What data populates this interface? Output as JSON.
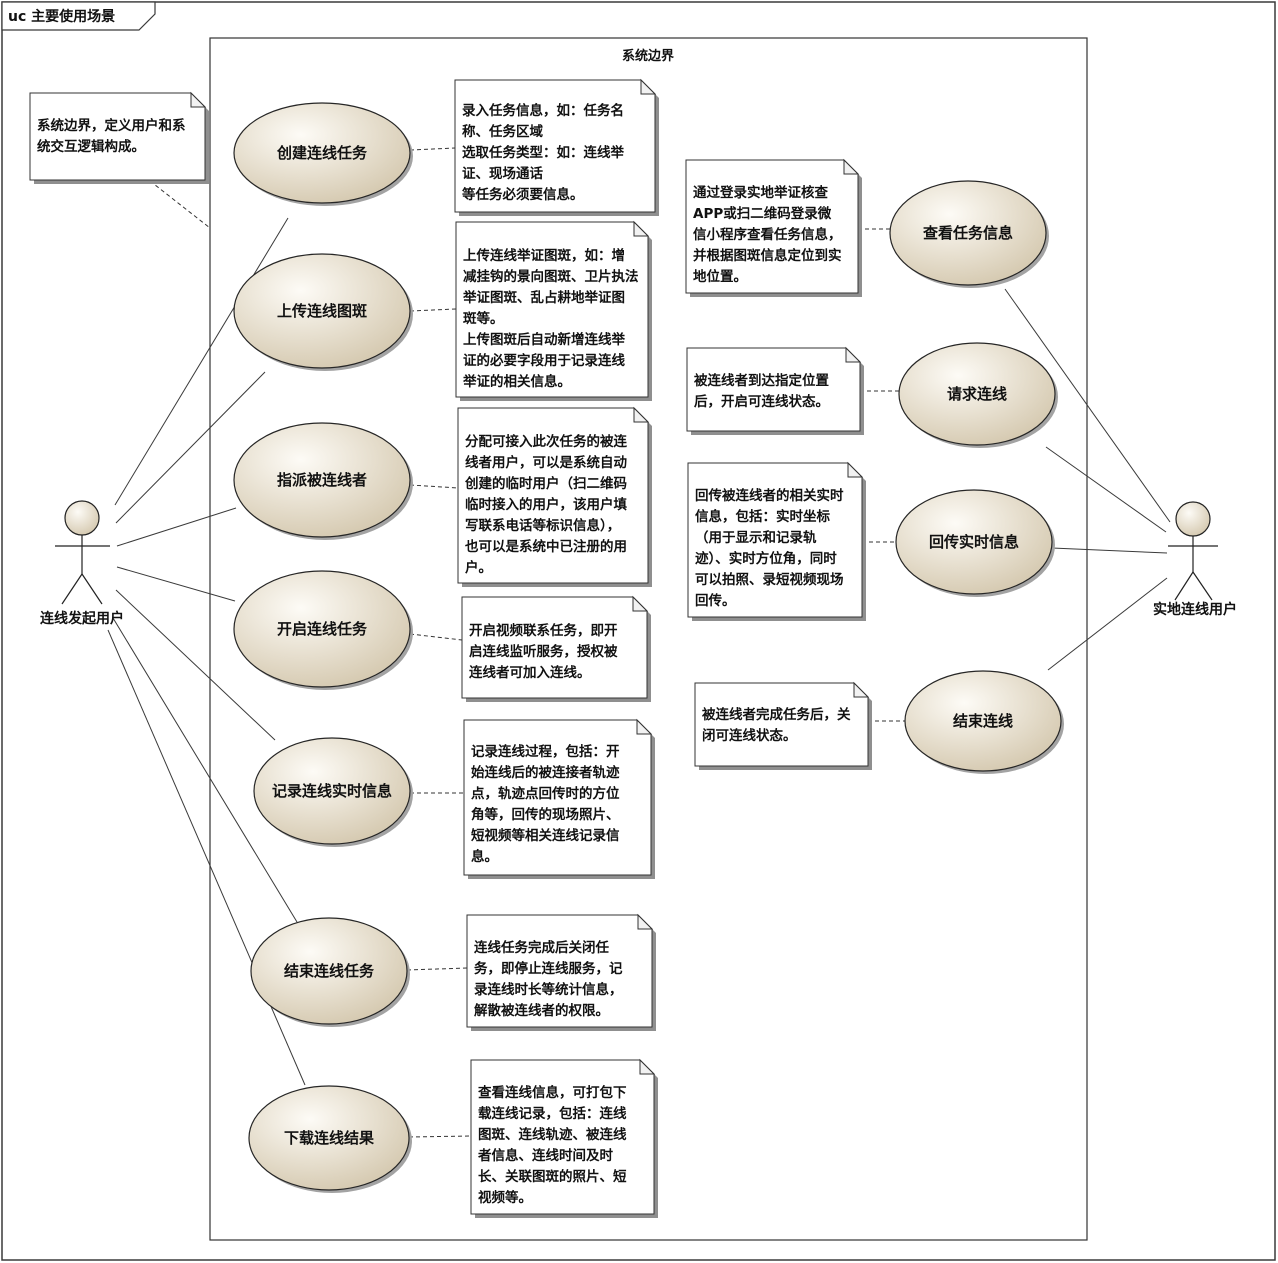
{
  "frame": {
    "title": "uc 主要使用场景"
  },
  "boundary": {
    "title": "系统边界"
  },
  "boundary_note": {
    "lines": [
      "系统边界，定义用户和系",
      "统交互逻辑构成。"
    ]
  },
  "actors": {
    "initiator": "连线发起用户",
    "field_user": "实地连线用户"
  },
  "initiator_use_cases": [
    {
      "label": "创建连线任务",
      "note": [
        "录入任务信息，如：任务名",
        "称、任务区域",
        "选取任务类型：如：连线举",
        "证、现场通话",
        "等任务必须要信息。"
      ]
    },
    {
      "label": "上传连线图斑",
      "note": [
        "上传连线举证图斑，如：增",
        "减挂钩的景向图斑、卫片执法",
        "举证图斑、乱占耕地举证图",
        "斑等。",
        "上传图斑后自动新增连线举",
        "证的必要字段用于记录连线",
        "举证的相关信息。"
      ]
    },
    {
      "label": "指派被连线者",
      "note": [
        "分配可接入此次任务的被连",
        "线者用户，可以是系统自动",
        "创建的临时用户（扫二维码",
        "临时接入的用户，该用户填",
        "写联系电话等标识信息），",
        "也可以是系统中已注册的用",
        "户。"
      ]
    },
    {
      "label": "开启连线任务",
      "note": [
        "开启视频联系任务，即开",
        "启连线监听服务，授权被",
        "连线者可加入连线。"
      ]
    },
    {
      "label": "记录连线实时信息",
      "note": [
        "记录连线过程，包括：开",
        "始连线后的被连接者轨迹",
        "点，轨迹点回传时的方位",
        "角等，回传的现场照片、",
        "短视频等相关连线记录信",
        "息。"
      ]
    },
    {
      "label": "结束连线任务",
      "note": [
        "连线任务完成后关闭任",
        "务，即停止连线服务，记",
        "录连线时长等统计信息，",
        "解散被连线者的权限。"
      ]
    },
    {
      "label": "下载连线结果",
      "note": [
        "查看连线信息，可打包下",
        "载连线记录，包括：连线",
        "图斑、连线轨迹、被连线",
        "者信息、连线时间及时",
        "长、关联图斑的照片、短",
        "视频等。"
      ]
    }
  ],
  "field_use_cases": [
    {
      "label": "查看任务信息",
      "note": [
        "通过登录实地举证核查",
        "APP或扫二维码登录微",
        "信小程序查看任务信息，",
        "并根据图斑信息定位到实",
        "地位置。"
      ]
    },
    {
      "label": "请求连线",
      "note": [
        "被连线者到达指定位置",
        "后，开启可连线状态。"
      ]
    },
    {
      "label": "回传实时信息",
      "note": [
        "回传被连线者的相关实时",
        "信息，包括：实时坐标",
        "（用于显示和记录轨",
        "迹）、实时方位角，同时",
        "可以拍照、录短视频现场",
        "回传。"
      ]
    },
    {
      "label": "结束连线",
      "note": [
        "被连线者完成任务后，关",
        "闭可连线状态。"
      ]
    }
  ],
  "colors": {
    "use_case_fill_light": "#fdfbf6",
    "use_case_fill_dark": "#d5c9b0",
    "line": "#333333"
  }
}
